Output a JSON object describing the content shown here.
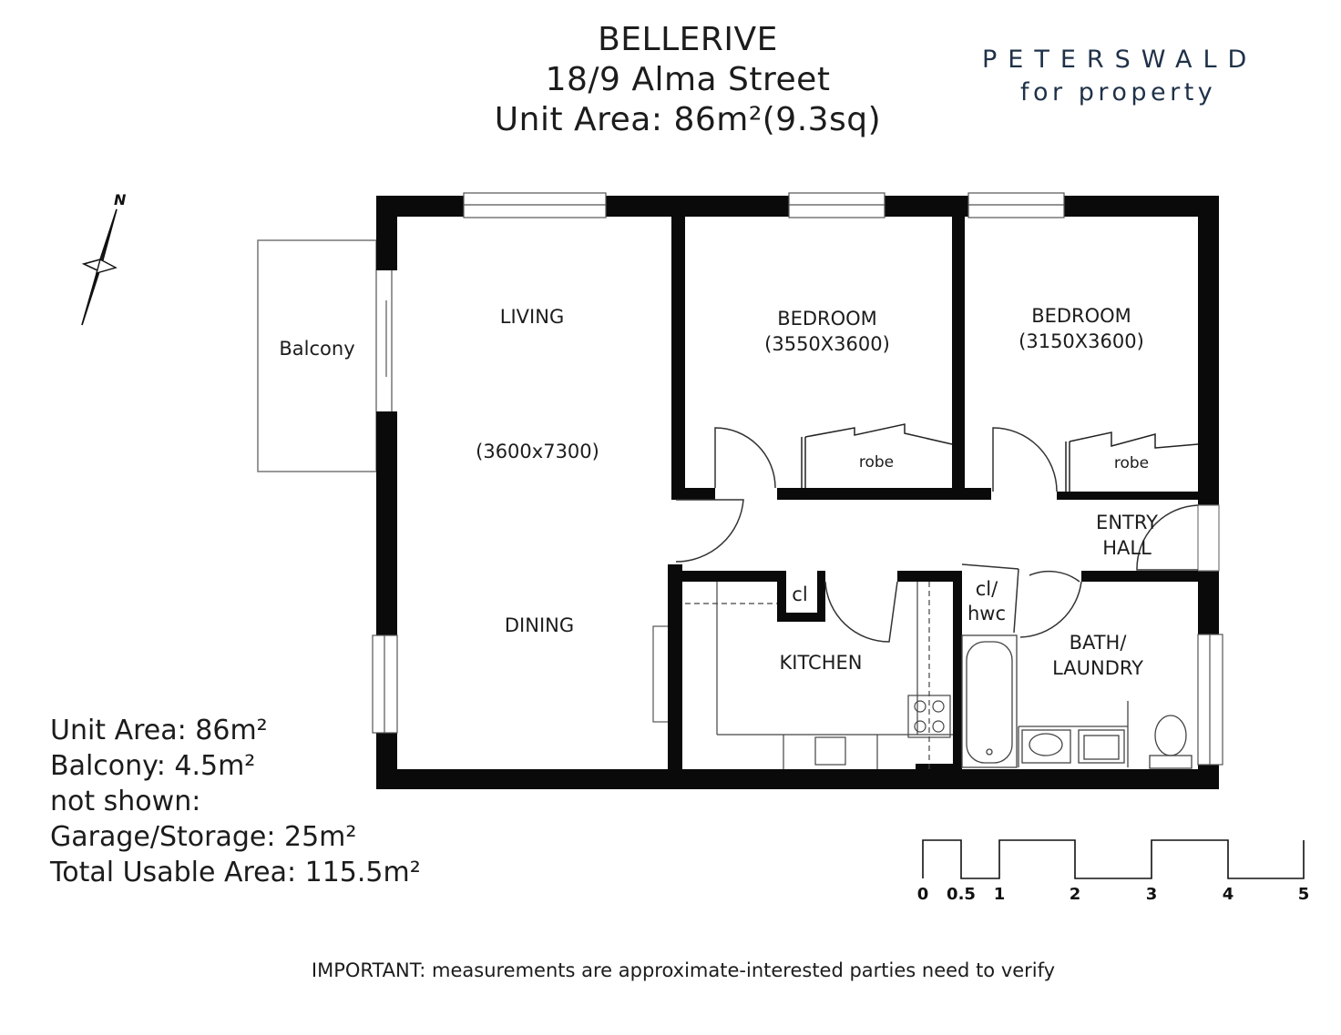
{
  "header": {
    "suburb": "BELLERIVE",
    "address": "18/9 Alma Street",
    "unit_area": "Unit Area: 86m²(9.3sq)"
  },
  "brand": {
    "name": "PETERSWALD",
    "tagline": "for property",
    "color": "#1f3148"
  },
  "compass": {
    "label": "N"
  },
  "rooms": {
    "balcony": "Balcony",
    "living": "LIVING",
    "living_dims": "(3600x7300)",
    "dining": "DINING",
    "bedroom1": "BEDROOM",
    "bedroom1_dims": "(3550X3600)",
    "bedroom2": "BEDROOM",
    "bedroom2_dims": "(3150X3600)",
    "robe1": "robe",
    "robe2": "robe",
    "entry": "ENTRY",
    "hall": "HALL",
    "cl": "cl",
    "cl_hwc_1": "cl/",
    "cl_hwc_2": "hwc",
    "kitchen": "KITCHEN",
    "bath": "BATH/",
    "laundry": "LAUNDRY"
  },
  "areas": {
    "unit": "Unit Area: 86m²",
    "balcony": "Balcony: 4.5m²",
    "not_shown": "not shown:",
    "garage": "Garage/Storage: 25m²",
    "total": "Total Usable Area: 115.5m²"
  },
  "scale": {
    "labels": [
      "0",
      "0.5",
      "1",
      "2",
      "3",
      "4",
      "5"
    ]
  },
  "footer": {
    "note": "IMPORTANT: measurements are approximate-interested parties need to verify"
  }
}
